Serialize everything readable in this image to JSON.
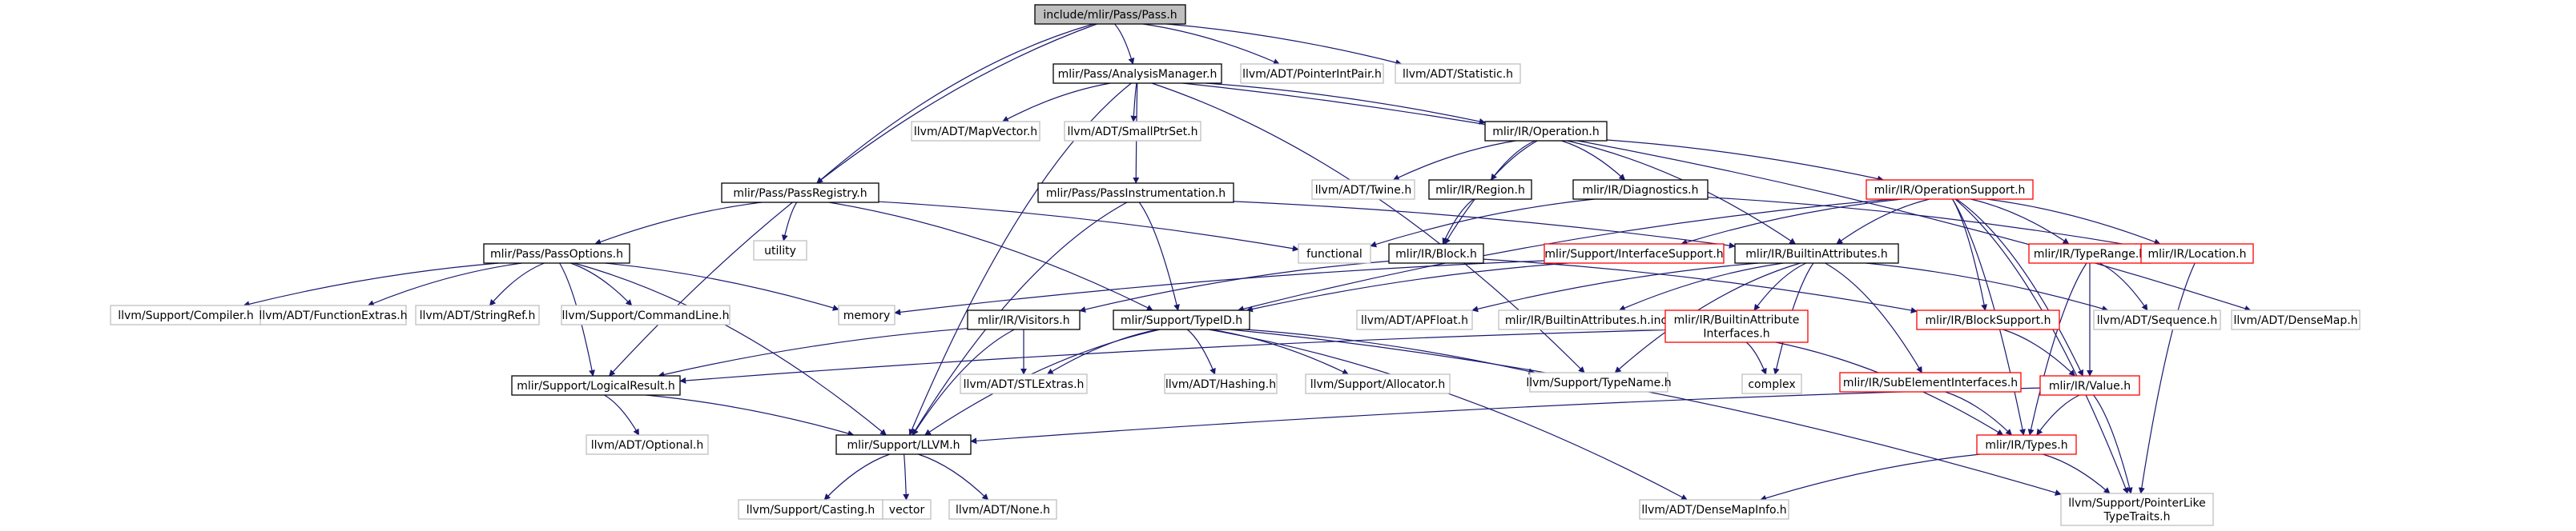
{
  "colors": {
    "edge": "#191970",
    "box_normal": "#000000",
    "box_external": "#bfbfbf",
    "box_truncated": "#ff0000",
    "box_root_fill": "#bfbfbf",
    "text": "#000000"
  },
  "graph": {
    "nodes": [
      {
        "id": "pass",
        "label": "include/mlir/Pass/Pass.h",
        "kind": "root"
      },
      {
        "id": "analysismanager",
        "label": "mlir/Pass/AnalysisManager.h",
        "kind": "normal"
      },
      {
        "id": "pointerintpair",
        "label": "llvm/ADT/PointerIntPair.h",
        "kind": "external"
      },
      {
        "id": "statistic",
        "label": "llvm/ADT/Statistic.h",
        "kind": "external"
      },
      {
        "id": "mapvector",
        "label": "llvm/ADT/MapVector.h",
        "kind": "external"
      },
      {
        "id": "smallptrset",
        "label": "llvm/ADT/SmallPtrSet.h",
        "kind": "external"
      },
      {
        "id": "operation",
        "label": "mlir/IR/Operation.h",
        "kind": "normal"
      },
      {
        "id": "twine",
        "label": "llvm/ADT/Twine.h",
        "kind": "external"
      },
      {
        "id": "region",
        "label": "mlir/IR/Region.h",
        "kind": "normal"
      },
      {
        "id": "diagnostics",
        "label": "mlir/IR/Diagnostics.h",
        "kind": "normal"
      },
      {
        "id": "operationsupport",
        "label": "mlir/IR/OperationSupport.h",
        "kind": "truncated"
      },
      {
        "id": "passregistry",
        "label": "mlir/Pass/PassRegistry.h",
        "kind": "normal"
      },
      {
        "id": "utility",
        "label": "utility",
        "kind": "external"
      },
      {
        "id": "passinstrumentation",
        "label": "mlir/Pass/PassInstrumentation.h",
        "kind": "normal"
      },
      {
        "id": "functional",
        "label": "functional",
        "kind": "external"
      },
      {
        "id": "block",
        "label": "mlir/IR/Block.h",
        "kind": "normal"
      },
      {
        "id": "interfacesupport",
        "label": "mlir/Support/InterfaceSupport.h",
        "kind": "truncated"
      },
      {
        "id": "builtinattributes",
        "label": "mlir/IR/BuiltinAttributes.h",
        "kind": "normal"
      },
      {
        "id": "typerange",
        "label": "mlir/IR/TypeRange.h",
        "kind": "truncated"
      },
      {
        "id": "location",
        "label": "mlir/IR/Location.h",
        "kind": "truncated"
      },
      {
        "id": "passoptions",
        "label": "mlir/Pass/PassOptions.h",
        "kind": "normal"
      },
      {
        "id": "memory",
        "label": "memory",
        "kind": "external"
      },
      {
        "id": "compiler",
        "label": "llvm/Support/Compiler.h",
        "kind": "external"
      },
      {
        "id": "functionextras",
        "label": "llvm/ADT/FunctionExtras.h",
        "kind": "external"
      },
      {
        "id": "stringref",
        "label": "llvm/ADT/StringRef.h",
        "kind": "external"
      },
      {
        "id": "commandline",
        "label": "llvm/Support/CommandLine.h",
        "kind": "external"
      },
      {
        "id": "visitors",
        "label": "mlir/IR/Visitors.h",
        "kind": "normal"
      },
      {
        "id": "typeid",
        "label": "mlir/Support/TypeID.h",
        "kind": "normal"
      },
      {
        "id": "apfloat",
        "label": "llvm/ADT/APFloat.h",
        "kind": "external"
      },
      {
        "id": "builtinattributesinc",
        "label": "mlir/IR/BuiltinAttributes.h.inc",
        "kind": "external"
      },
      {
        "id": "builtinattributeinterfaces",
        "label": "mlir/IR/BuiltinAttribute\nInterfaces.h",
        "kind": "truncated"
      },
      {
        "id": "blocksupport",
        "label": "mlir/IR/BlockSupport.h",
        "kind": "truncated"
      },
      {
        "id": "densemap",
        "label": "llvm/ADT/DenseMap.h",
        "kind": "external"
      },
      {
        "id": "sequence",
        "label": "llvm/ADT/Sequence.h",
        "kind": "external"
      },
      {
        "id": "logicalresult",
        "label": "mlir/Support/LogicalResult.h",
        "kind": "normal"
      },
      {
        "id": "stlextras",
        "label": "llvm/ADT/STLExtras.h",
        "kind": "external"
      },
      {
        "id": "hashing",
        "label": "llvm/ADT/Hashing.h",
        "kind": "external"
      },
      {
        "id": "allocator",
        "label": "llvm/Support/Allocator.h",
        "kind": "external"
      },
      {
        "id": "typename",
        "label": "llvm/Support/TypeName.h",
        "kind": "external"
      },
      {
        "id": "complex",
        "label": "complex",
        "kind": "external"
      },
      {
        "id": "subelementinterfaces",
        "label": "mlir/IR/SubElementInterfaces.h",
        "kind": "truncated"
      },
      {
        "id": "value",
        "label": "mlir/IR/Value.h",
        "kind": "truncated"
      },
      {
        "id": "optional",
        "label": "llvm/ADT/Optional.h",
        "kind": "external"
      },
      {
        "id": "llvm",
        "label": "mlir/Support/LLVM.h",
        "kind": "normal"
      },
      {
        "id": "types",
        "label": "mlir/IR/Types.h",
        "kind": "truncated"
      },
      {
        "id": "casting",
        "label": "llvm/Support/Casting.h",
        "kind": "external"
      },
      {
        "id": "vector",
        "label": "vector",
        "kind": "external"
      },
      {
        "id": "none",
        "label": "llvm/ADT/None.h",
        "kind": "external"
      },
      {
        "id": "densemapinfo",
        "label": "llvm/ADT/DenseMapInfo.h",
        "kind": "external"
      },
      {
        "id": "pointerliketypetraits",
        "label": "llvm/Support/PointerLike\nTypeTraits.h",
        "kind": "external"
      }
    ],
    "edges": [
      [
        "pass",
        "analysismanager"
      ],
      [
        "pass",
        "pointerintpair"
      ],
      [
        "pass",
        "statistic"
      ],
      [
        "pass",
        "passregistry"
      ],
      [
        "pass",
        "logicalresult"
      ],
      [
        "analysismanager",
        "mapvector"
      ],
      [
        "analysismanager",
        "smallptrset"
      ],
      [
        "analysismanager",
        "operation"
      ],
      [
        "analysismanager",
        "passinstrumentation"
      ],
      [
        "analysismanager",
        "llvm"
      ],
      [
        "analysismanager",
        "typename"
      ],
      [
        "analysismanager",
        "densemap"
      ],
      [
        "operation",
        "twine"
      ],
      [
        "operation",
        "region"
      ],
      [
        "operation",
        "diagnostics"
      ],
      [
        "operation",
        "operationsupport"
      ],
      [
        "operation",
        "block"
      ],
      [
        "operation",
        "builtinattributes"
      ],
      [
        "region",
        "block"
      ],
      [
        "diagnostics",
        "location"
      ],
      [
        "diagnostics",
        "functional"
      ],
      [
        "operationsupport",
        "interfacesupport"
      ],
      [
        "operationsupport",
        "builtinattributes"
      ],
      [
        "operationsupport",
        "typerange"
      ],
      [
        "operationsupport",
        "location"
      ],
      [
        "operationsupport",
        "blocksupport"
      ],
      [
        "operationsupport",
        "value"
      ],
      [
        "operationsupport",
        "types"
      ],
      [
        "operationsupport",
        "pointerliketypetraits"
      ],
      [
        "operationsupport",
        "typeid"
      ],
      [
        "passregistry",
        "passoptions"
      ],
      [
        "passregistry",
        "utility"
      ],
      [
        "passregistry",
        "functional"
      ],
      [
        "passregistry",
        "typeid"
      ],
      [
        "passinstrumentation",
        "typeid"
      ],
      [
        "passinstrumentation",
        "llvm"
      ],
      [
        "passinstrumentation",
        "builtinattributes"
      ],
      [
        "block",
        "visitors"
      ],
      [
        "block",
        "blocksupport"
      ],
      [
        "interfacesupport",
        "typeid"
      ],
      [
        "interfacesupport",
        "memory"
      ],
      [
        "builtinattributes",
        "apfloat"
      ],
      [
        "builtinattributes",
        "builtinattributesinc"
      ],
      [
        "builtinattributes",
        "builtinattributeinterfaces"
      ],
      [
        "builtinattributes",
        "sequence"
      ],
      [
        "builtinattributes",
        "complex"
      ],
      [
        "builtinattributes",
        "subelementinterfaces"
      ],
      [
        "builtinattributes",
        "typename"
      ],
      [
        "typerange",
        "sequence"
      ],
      [
        "typerange",
        "value"
      ],
      [
        "typerange",
        "types"
      ],
      [
        "location",
        "pointerliketypetraits"
      ],
      [
        "passoptions",
        "compiler"
      ],
      [
        "passoptions",
        "functionextras"
      ],
      [
        "passoptions",
        "stringref"
      ],
      [
        "passoptions",
        "commandline"
      ],
      [
        "passoptions",
        "memory"
      ],
      [
        "passoptions",
        "llvm"
      ],
      [
        "passoptions",
        "logicalresult"
      ],
      [
        "visitors",
        "logicalresult"
      ],
      [
        "visitors",
        "stlextras"
      ],
      [
        "visitors",
        "llvm"
      ],
      [
        "typeid",
        "stlextras"
      ],
      [
        "typeid",
        "hashing"
      ],
      [
        "typeid",
        "allocator"
      ],
      [
        "typeid",
        "typename"
      ],
      [
        "typeid",
        "llvm"
      ],
      [
        "typeid",
        "densemapinfo"
      ],
      [
        "typeid",
        "pointerliketypetraits"
      ],
      [
        "builtinattributeinterfaces",
        "logicalresult"
      ],
      [
        "builtinattributeinterfaces",
        "types"
      ],
      [
        "builtinattributeinterfaces",
        "complex"
      ],
      [
        "blocksupport",
        "value"
      ],
      [
        "subelementinterfaces",
        "types"
      ],
      [
        "value",
        "types"
      ],
      [
        "value",
        "llvm"
      ],
      [
        "value",
        "pointerliketypetraits"
      ],
      [
        "logicalresult",
        "optional"
      ],
      [
        "logicalresult",
        "llvm"
      ],
      [
        "llvm",
        "casting"
      ],
      [
        "llvm",
        "vector"
      ],
      [
        "llvm",
        "none"
      ],
      [
        "types",
        "densemapinfo"
      ],
      [
        "types",
        "pointerliketypetraits"
      ]
    ]
  }
}
